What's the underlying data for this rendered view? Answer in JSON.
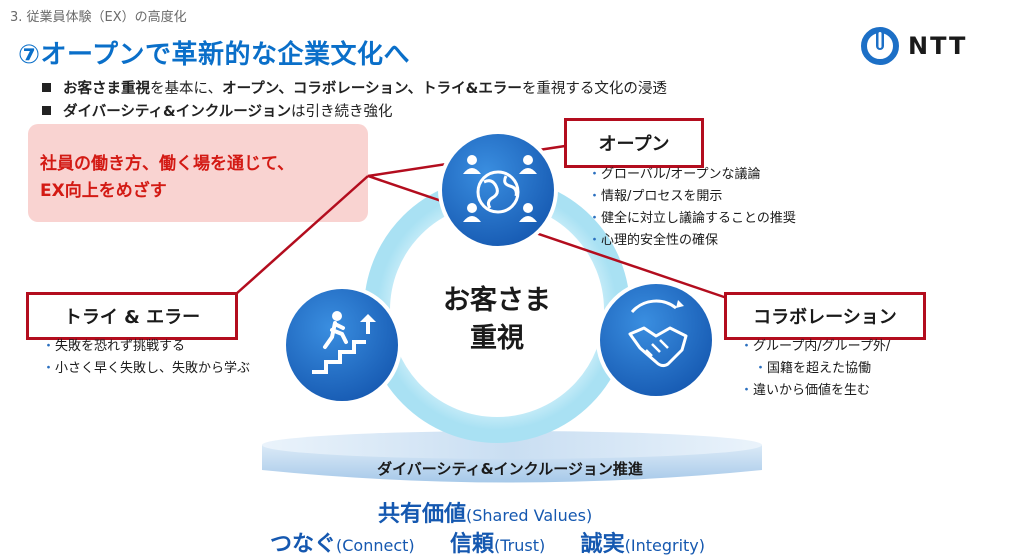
{
  "header": {
    "section": "3. 従業員体験（EX）の高度化",
    "title": "⑦オープンで革新的な企業文化へ",
    "logo_text": "NTT"
  },
  "bullets": [
    {
      "strong": "お客さま重視",
      "rest": "を基本に、",
      "strong2": "オープン、コラボレーション、トライ&エラー",
      "rest2": "を重視する文化の浸透"
    },
    {
      "strong": "ダイバーシティ&インクルージョン",
      "rest": "は引き続き強化"
    }
  ],
  "goal": {
    "line1": "社員の働き方、働く場を通じて、",
    "line2": "EX向上をめざす"
  },
  "center": {
    "line1": "お客さま",
    "line2": "重視"
  },
  "open": {
    "label": "オープン",
    "items": [
      "グローバル/オープンな議論",
      "情報/プロセスを開示",
      "健全に対立し議論することの推奨",
      "心理的安全性の確保"
    ]
  },
  "collab": {
    "label": "コラボレーション",
    "items": [
      "グループ内/グループ外/",
      "国籍を超えた協働",
      "違いから価値を生む"
    ]
  },
  "trial": {
    "label": "トライ & エラー",
    "items": [
      "失敗を恐れず挑戦する",
      "小さく早く失敗し、失敗から学ぶ"
    ]
  },
  "plate": {
    "label": "ダイバーシティ&インクルージョン推進"
  },
  "values": {
    "shared_jp": "共有価値",
    "shared_en": "(Shared Values)",
    "connect_jp": "つなぐ",
    "connect_en": "(Connect)",
    "trust_jp": "信頼",
    "trust_en": "(Trust)",
    "integrity_jp": "誠実",
    "integrity_en": "(Integrity)"
  },
  "colors": {
    "title": "#0a6fc9",
    "accent_red": "#b30d1e",
    "goal_text": "#d31a14",
    "goal_bg": "#f9d3d1",
    "ring": "#bfe9f6",
    "icon_blue": "#1c6fc6",
    "values": "#1558b0"
  },
  "icons": [
    "globe-people-icon",
    "handshake-icon",
    "stairs-climber-icon",
    "ntt-logo-icon"
  ]
}
